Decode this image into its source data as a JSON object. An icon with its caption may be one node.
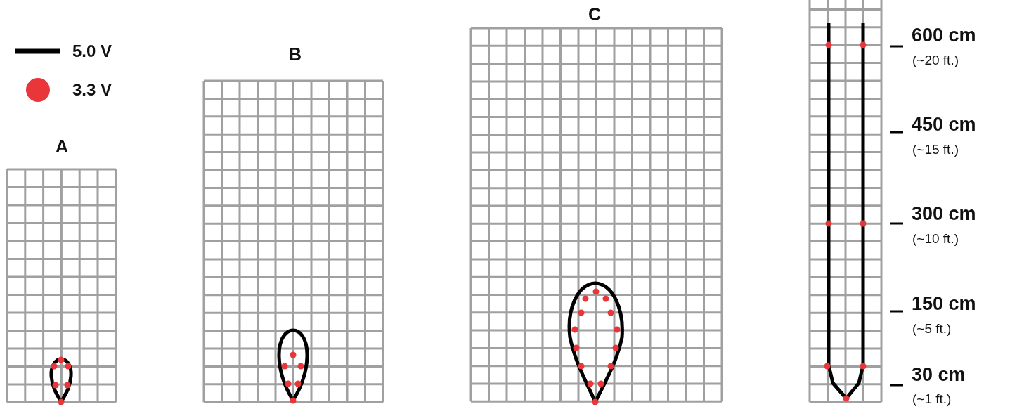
{
  "diagram": {
    "labels": [
      "A",
      "B",
      "C",
      "600 cm",
      "(~20 ft.)",
      "450 cm",
      "(~15 ft.)",
      "300 cm",
      "(~10 ft.)",
      "150 cm",
      "(~5 ft.)",
      "30 cm",
      "(~1 ft.)"
    ],
    "legend": [
      {
        "text": "5.0 V"
      },
      {
        "text": "3.3 V"
      }
    ]
  }
}
